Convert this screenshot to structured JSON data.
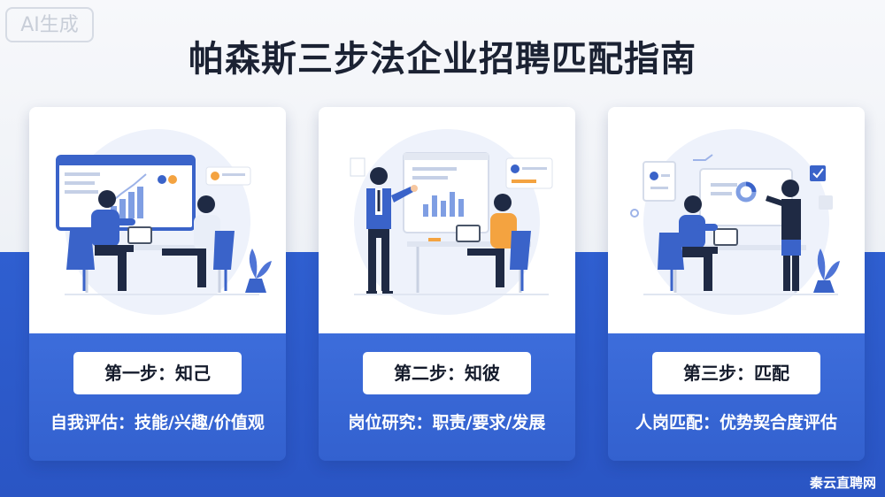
{
  "badge": "AI生成",
  "title": "帕森斯三步法企业招聘匹配指南",
  "cards": [
    {
      "step": "第一步：知己",
      "desc": "自我评估：技能/兴趣/价值观"
    },
    {
      "step": "第二步：知彼",
      "desc": "岗位研究：职责/要求/发展"
    },
    {
      "step": "第三步：匹配",
      "desc": "人岗匹配：优势契合度评估"
    }
  ],
  "watermark": "秦云直聘网",
  "colors": {
    "accent_blue": "#2f5fd0",
    "card_bottom": "#3d6ddb",
    "illustration_blue": "#3a63c9",
    "illustration_orange": "#f4a340"
  }
}
